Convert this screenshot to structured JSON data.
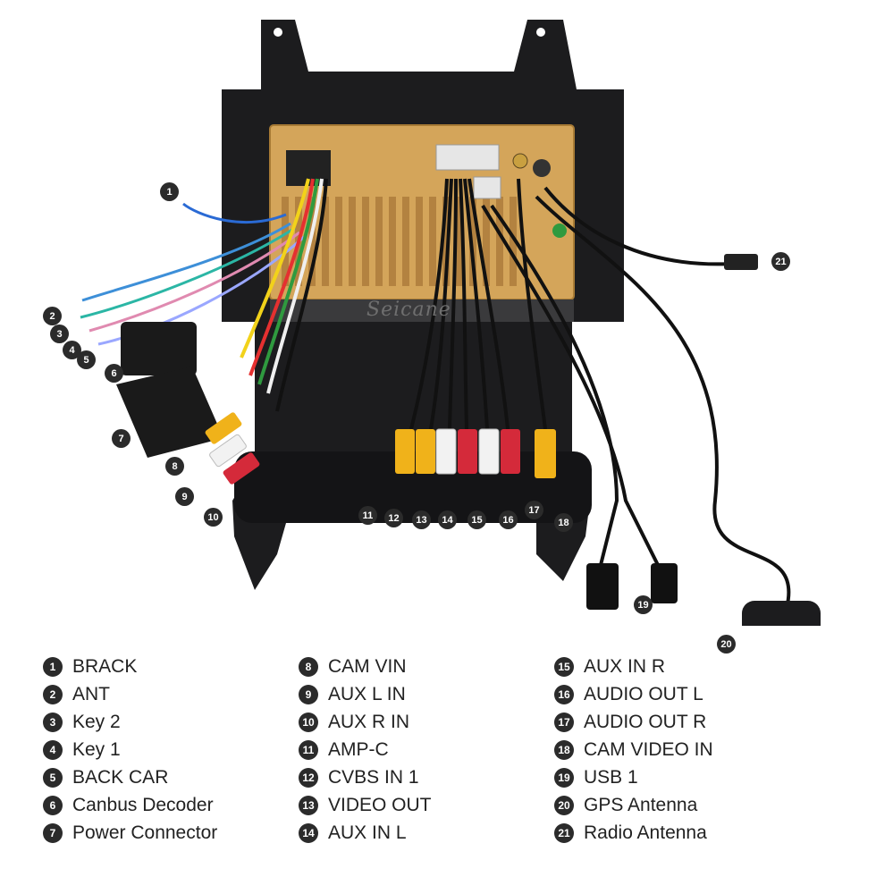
{
  "brand_watermark": "Seicane",
  "callouts": [
    {
      "num": "1"
    },
    {
      "num": "2"
    },
    {
      "num": "3"
    },
    {
      "num": "4"
    },
    {
      "num": "5"
    },
    {
      "num": "6"
    },
    {
      "num": "7"
    },
    {
      "num": "8"
    },
    {
      "num": "9"
    },
    {
      "num": "10"
    },
    {
      "num": "11"
    },
    {
      "num": "12"
    },
    {
      "num": "13"
    },
    {
      "num": "14"
    },
    {
      "num": "15"
    },
    {
      "num": "16"
    },
    {
      "num": "17"
    },
    {
      "num": "18"
    },
    {
      "num": "19"
    },
    {
      "num": "20"
    },
    {
      "num": "21"
    }
  ],
  "legend": {
    "col1": [
      {
        "num": "1",
        "label": "BRACK"
      },
      {
        "num": "2",
        "label": "ANT"
      },
      {
        "num": "3",
        "label": "Key 2"
      },
      {
        "num": "4",
        "label": "Key 1"
      },
      {
        "num": "5",
        "label": "BACK CAR"
      },
      {
        "num": "6",
        "label": "Canbus Decoder"
      },
      {
        "num": "7",
        "label": "Power Connector"
      }
    ],
    "col2": [
      {
        "num": "8",
        "label": "CAM VIN"
      },
      {
        "num": "9",
        "label": "AUX L IN"
      },
      {
        "num": "10",
        "label": "AUX R IN"
      },
      {
        "num": "11",
        "label": "AMP-C"
      },
      {
        "num": "12",
        "label": "CVBS IN 1"
      },
      {
        "num": "13",
        "label": "VIDEO OUT"
      },
      {
        "num": "14",
        "label": "AUX IN L"
      }
    ],
    "col3": [
      {
        "num": "15",
        "label": "AUX IN R"
      },
      {
        "num": "16",
        "label": "AUDIO OUT L"
      },
      {
        "num": "17",
        "label": "AUDIO OUT R"
      },
      {
        "num": "18",
        "label": "CAM VIDEO IN"
      },
      {
        "num": "19",
        "label": "USB 1"
      },
      {
        "num": "20",
        "label": "GPS Antenna"
      },
      {
        "num": "21",
        "label": "Radio Antenna"
      }
    ]
  },
  "colors": {
    "frame": "#1c1c1e",
    "board": "#d4a55a",
    "rca_yellow": "#f0b21a",
    "rca_red": "#d42a3a",
    "rca_white": "#f2f2f2",
    "callout": "#2b2b2b"
  }
}
